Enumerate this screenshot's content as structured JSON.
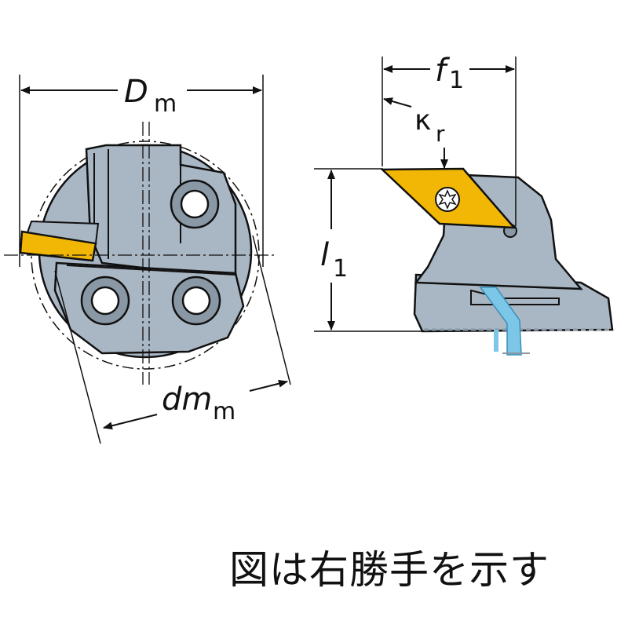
{
  "labels": {
    "dm_main": "D",
    "dm_sub": "m",
    "dmm_main": "dm",
    "dmm_sub": "m",
    "f1_main": "f",
    "f1_sub": "1",
    "kr_main": "κ",
    "kr_sub": "r",
    "l1_main": "l",
    "l1_sub": "1"
  },
  "caption": "図は右勝手を示す",
  "colors": {
    "body": "#a9b6c3",
    "body_dark": "#8a98a6",
    "insert": "#f2b705",
    "coolant": "#7cc7e8",
    "line": "#111111"
  }
}
